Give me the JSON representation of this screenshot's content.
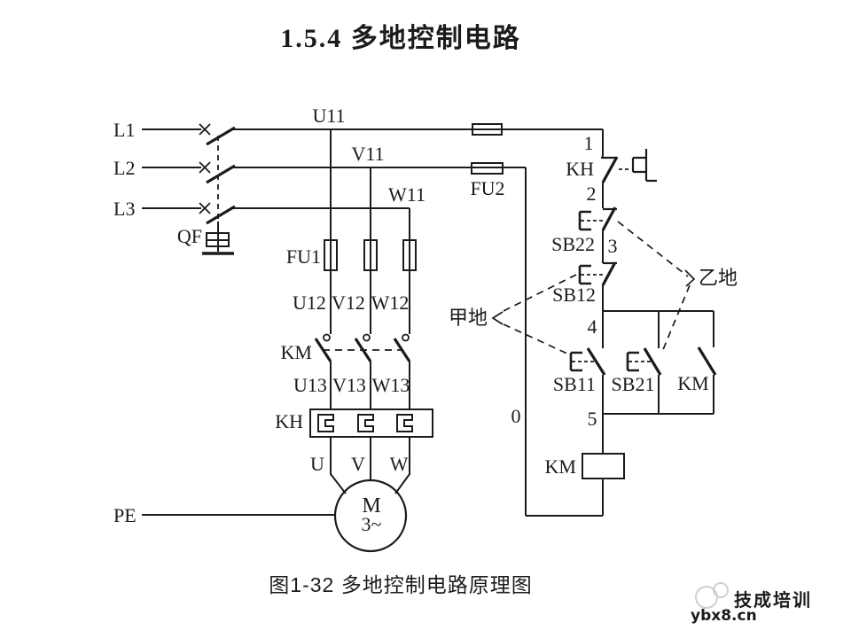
{
  "title": "1.5.4 多地控制电路",
  "caption": "图1-32 多地控制电路原理图",
  "power": {
    "phases": [
      "L1",
      "L2",
      "L3"
    ],
    "breaker_label": "QF",
    "main_fuse_label": "FU1",
    "control_fuse_label": "FU2",
    "top_wires": [
      "U11",
      "V11",
      "W11"
    ],
    "mid_wires": [
      "U12",
      "V12",
      "W12"
    ],
    "contactor_label": "KM",
    "lower_wires": [
      "U13",
      "V13",
      "W13"
    ],
    "thermal_label": "KH",
    "terminals": [
      "U",
      "V",
      "W"
    ],
    "motor_letter": "M",
    "motor_phase": "3~",
    "pe_label": "PE"
  },
  "control": {
    "node_1": "1",
    "node_2": "2",
    "node_3": "3",
    "node_4": "4",
    "node_5": "5",
    "node_0": "0",
    "thermal_contact": "KH",
    "stop_b": "SB22",
    "stop_a": "SB12",
    "start_a": "SB11",
    "start_b": "SB21",
    "aux_contact": "KM",
    "coil_label": "KM",
    "location_a": "甲地",
    "location_b": "乙地"
  },
  "watermark": {
    "brand": "技成培训",
    "site": "ybx8.cn"
  },
  "colors": {
    "title": "#8e1f3a",
    "ink": "#1b1b1b",
    "watermark_gray": "#c9c9c9"
  }
}
